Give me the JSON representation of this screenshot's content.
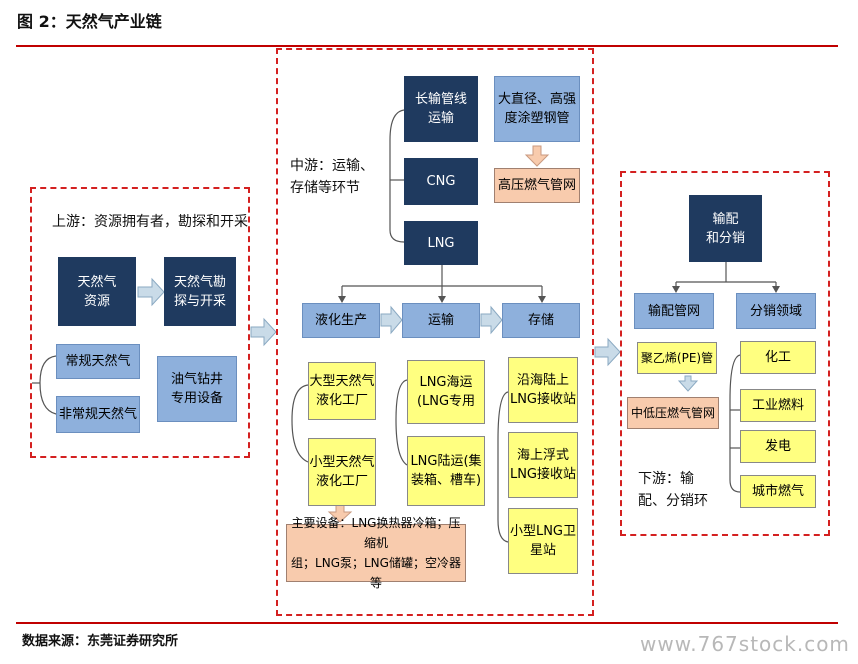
{
  "title": "图 2：天然气产业链",
  "source": "数据来源：东莞证券研究所",
  "watermark": "www.767stock.com",
  "upstream": {
    "label": "上游：资源拥有者，勘探和开采",
    "resource": "天然气\n资源",
    "exploration": "天然气勘\n探与开采",
    "conventional": "常规天然气",
    "unconventional": "非常规天然气",
    "equipment": "油气钻井\n专用设备"
  },
  "midstream": {
    "label": "中游：运输、\n存储等环节",
    "pipeline": "长输管线\n运输",
    "cng": "CNG",
    "lng": "LNG",
    "steel_pipe": "大直径、高强\n度涂塑钢管",
    "hp_network": "高压燃气管网",
    "liquefaction": "液化生产",
    "transport": "运输",
    "storage": "存储",
    "large_plant": "大型天然气\n液化工厂",
    "small_plant": "小型天然气\n液化工厂",
    "lng_sea": "LNG海运\n(LNG专用",
    "lng_land": "LNG陆运(集\n装箱、槽车)",
    "coastal": "沿海陆上\nLNG接收站",
    "offshore": "海上浮式\nLNG接收站",
    "small_station": "小型LNG卫\n星站",
    "main_equipment": "主要设备：LNG换热器冷箱；压缩机\n组；LNG泵；LNG储罐；空冷器等"
  },
  "downstream": {
    "label": "下游：输\n配、分销环",
    "dist": "输配\n和分销",
    "network": "输配管网",
    "sales": "分销领域",
    "pe_pipe": "聚乙烯(PE)管",
    "mlp_network": "中低压燃气管网",
    "chemical": "化工",
    "industrial_fuel": "工业燃料",
    "power": "发电",
    "city_gas": "城市燃气"
  }
}
